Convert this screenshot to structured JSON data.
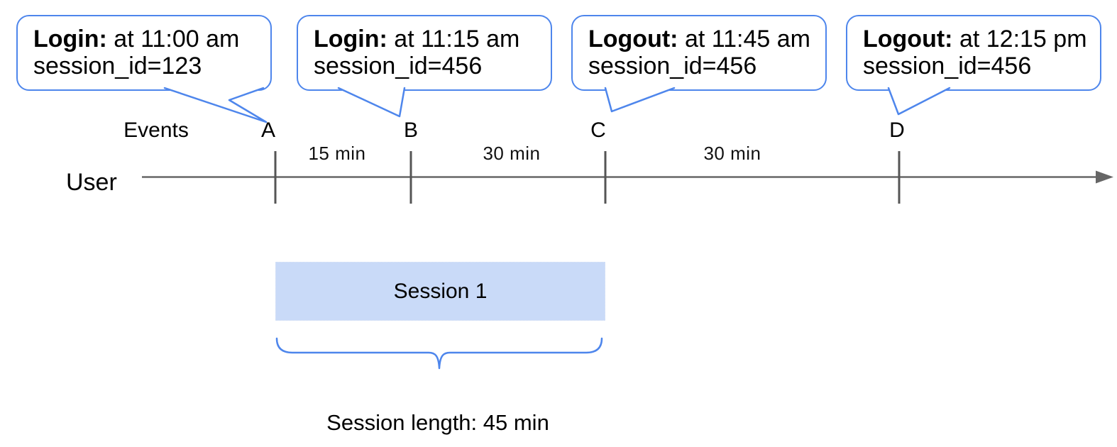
{
  "bubbles": [
    {
      "label": "Login:",
      "detail": "at 11:00 am",
      "line2": "session_id=123"
    },
    {
      "label": "Login:",
      "detail": "at 11:15 am",
      "line2": "session_id=456"
    },
    {
      "label": "Logout:",
      "detail": "at 11:45 am",
      "line2": "session_id=456"
    },
    {
      "label": "Logout:",
      "detail": "at 12:15 pm",
      "line2": "session_id=456"
    }
  ],
  "timeline": {
    "row_label": "User",
    "events_label": "Events",
    "markers": [
      "A",
      "B",
      "C",
      "D"
    ],
    "intervals": [
      "15 min",
      "30 min",
      "30 min"
    ]
  },
  "session": {
    "box_label": "Session 1",
    "length_caption": "Session length: 45 min"
  },
  "colors": {
    "accent_blue": "#4e86ec",
    "session_fill": "#c9daf8",
    "timeline_gray": "#666666",
    "tick_gray": "#555555",
    "text_black": "#000000"
  }
}
